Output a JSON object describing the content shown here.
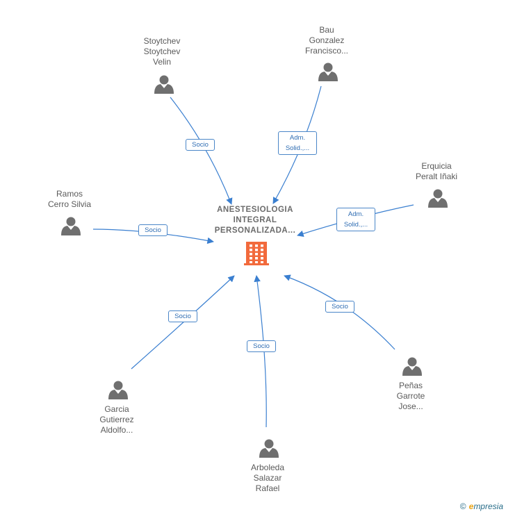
{
  "center": {
    "name": "ANESTESIOLOGIA\nINTEGRAL\nPERSONALIZADA..."
  },
  "persons": [
    {
      "name": "Stoytchev\nStoytchev\nVelin",
      "relation": "Socio"
    },
    {
      "name": "Bau\nGonzalez\nFrancisco...",
      "relation": "Adm.\nSolid.,..."
    },
    {
      "name": "Erquicia\nPeralt Iñaki",
      "relation": "Adm.\nSolid.,..."
    },
    {
      "name": "Ramos\nCerro Silvia",
      "relation": "Socio"
    },
    {
      "name": "Garcia\nGutierrez\nAldolfo...",
      "relation": "Socio"
    },
    {
      "name": "Arboleda\nSalazar\nRafael",
      "relation": "Socio"
    },
    {
      "name": "Peñas\nGarrote\nJose...",
      "relation": "Socio"
    }
  ],
  "footer": {
    "copyright": "©",
    "brand_initial": "e",
    "brand_rest": "mpresia"
  },
  "colors": {
    "line": "#3a7fd0",
    "person_icon": "#6f6f6f",
    "building_icon": "#f26a3c"
  }
}
